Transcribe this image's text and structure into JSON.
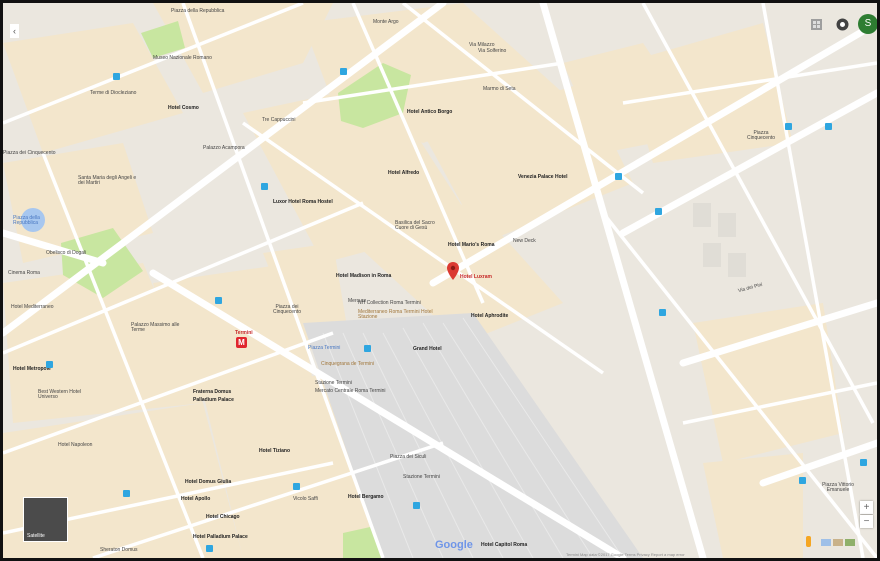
{
  "map": {
    "selected_place": "Hotel Luxram",
    "labels": [
      {
        "text": "Piazza della Repubblica",
        "style": "normal"
      },
      {
        "text": "Monte Argo",
        "style": "normal"
      },
      {
        "text": "Via Milazzo",
        "style": "normal"
      },
      {
        "text": "Via Solferino",
        "style": "normal"
      },
      {
        "text": "Museo Nazionale Romano",
        "style": "normal"
      },
      {
        "text": "Terme di Diocleziano",
        "style": "normal"
      },
      {
        "text": "Hotel Cosmo",
        "style": "dark"
      },
      {
        "text": "Tre Cappuccini",
        "style": "normal"
      },
      {
        "text": "Hotel Antico Borgo",
        "style": "dark"
      },
      {
        "text": "Marmo di Seta",
        "style": "normal"
      },
      {
        "text": "Palazzo Acampora",
        "style": "normal"
      },
      {
        "text": "Santa Maria degli Angeli e dei Martiri",
        "style": "normal"
      },
      {
        "text": "Hotel Alfredo",
        "style": "normal"
      },
      {
        "text": "Venezia Palace Hotel",
        "style": "dark"
      },
      {
        "text": "Piazza Cinquecento",
        "style": "normal"
      },
      {
        "text": "Luxor Hotel Roma Hostel",
        "style": "dark"
      },
      {
        "text": "Basilica del Sacro Cuore di Gesù",
        "style": "normal"
      },
      {
        "text": "Hotel Mario's Roma",
        "style": "dark"
      },
      {
        "text": "New Deck",
        "style": "normal"
      },
      {
        "text": "Piazza della Repubblica",
        "style": "blue"
      },
      {
        "text": "Obelisco di Dogali",
        "style": "normal"
      },
      {
        "text": "Cinema Roma",
        "style": "normal"
      },
      {
        "text": "Hotel Madison in Roma",
        "style": "dark"
      },
      {
        "text": "Hotel Luxram",
        "style": "red"
      },
      {
        "text": "Hotel Aphrodite",
        "style": "dark"
      },
      {
        "text": "Hotel Mediterraneo",
        "style": "normal"
      },
      {
        "text": "Mercure",
        "style": "normal"
      },
      {
        "text": "NH Collection Roma Termini",
        "style": "normal"
      },
      {
        "text": "Mediterraneo Roma Termini Hotel Stazione",
        "style": "brown"
      },
      {
        "text": "Piazza dei Cinquecento",
        "style": "normal"
      },
      {
        "text": "Palazzo Massimo alle Terme",
        "style": "normal"
      },
      {
        "text": "Termini",
        "style": "red"
      },
      {
        "text": "Piazza Termini",
        "style": "blue"
      },
      {
        "text": "Grand Hotel",
        "style": "dark"
      },
      {
        "text": "Cinquegrana de Termini",
        "style": "brown"
      },
      {
        "text": "Stazione Termini",
        "style": "normal"
      },
      {
        "text": "Mercato Centrale Roma Termini",
        "style": "normal"
      },
      {
        "text": "Hotel Metropole",
        "style": "dark"
      },
      {
        "text": "Best Western Hotel Universo",
        "style": "normal"
      },
      {
        "text": "Hotel Napoleon",
        "style": "normal"
      },
      {
        "text": "Fraterna Domus",
        "style": "dark"
      },
      {
        "text": "Palladium Palace",
        "style": "dark"
      },
      {
        "text": "Hotel Tiziano",
        "style": "dark"
      },
      {
        "text": "Hotel Domus Giulia",
        "style": "dark"
      },
      {
        "text": "Hotel Apollo",
        "style": "dark"
      },
      {
        "text": "Hotel Chicago",
        "style": "dark"
      },
      {
        "text": "Hotel Bergamo",
        "style": "dark"
      },
      {
        "text": "Hotel Palladium Palace",
        "style": "dark"
      },
      {
        "text": "Hotel Capitol Roma",
        "style": "dark"
      },
      {
        "text": "Piazza Vittorio Emanuele",
        "style": "normal"
      },
      {
        "text": "Stazione Termini",
        "style": "normal"
      },
      {
        "text": "Sheraton Domus",
        "style": "normal"
      },
      {
        "text": "Piazza dei Siculi",
        "style": "normal"
      },
      {
        "text": "Vicolo Saffi",
        "style": "normal"
      },
      {
        "text": "Via dei Pini",
        "style": "normal"
      },
      {
        "text": "Piazza dei Cinquecento",
        "style": "normal"
      }
    ],
    "satellite_label": "Satellite",
    "google_logo": "Google",
    "footer": "Termini   Map data ©2017 Google   Terms   Privacy   Report a map error",
    "avatar_letter": "S",
    "zoom_in": "+",
    "zoom_out": "−",
    "colors": {
      "land": "#ebe7df",
      "block": "#f3e6cc",
      "road": "#ffffff",
      "park": "#c8e6a0",
      "rail": "#d9d9d9",
      "pin": "#db3a32",
      "water": "#a7c7ef"
    }
  }
}
